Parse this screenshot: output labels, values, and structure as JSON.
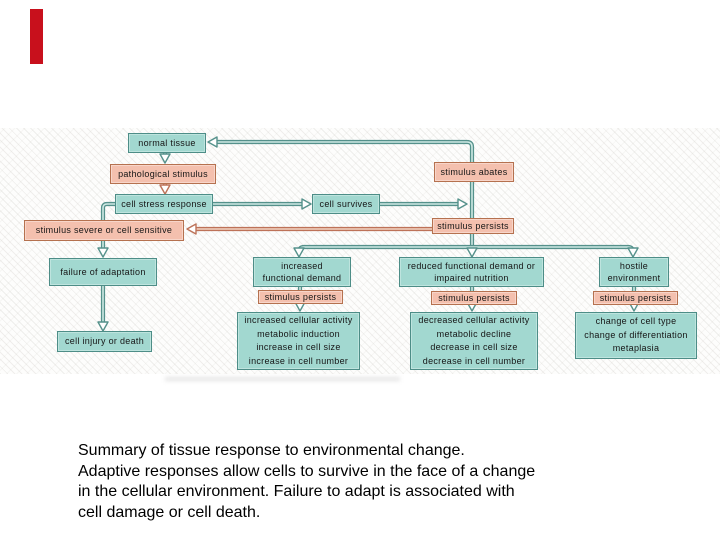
{
  "marker": {
    "color": "#c8101c"
  },
  "diagram": {
    "colors": {
      "teal_fill": "#a2d8d0",
      "teal_border": "#4d8d87",
      "pink_fill": "#f4c0ae",
      "pink_border": "#b5714f",
      "pipe_teal": "#55918b",
      "pipe_teal_inner": "#cfe9e4",
      "pipe_pink": "#bd7258",
      "pipe_pink_inner": "#f3d6c6"
    },
    "nodes": {
      "normal_tissue": {
        "label": "normal tissue"
      },
      "pathological_stimulus": {
        "label": "pathological stimulus"
      },
      "cell_stress_response": {
        "label": "cell stress response"
      },
      "stimulus_severe": {
        "label": "stimulus severe or cell sensitive"
      },
      "cell_survives": {
        "label": "cell survives"
      },
      "stimulus_abates": {
        "label": "stimulus abates"
      },
      "stimulus_persists_main": {
        "label": "stimulus persists"
      },
      "failure_of_adaptation": {
        "label": "failure of adaptation"
      },
      "cell_injury_or_death": {
        "label": "cell injury or death"
      },
      "increased_functional_demand": {
        "label": "increased\nfunctional demand"
      },
      "stimulus_persists_2": {
        "label": "stimulus persists"
      },
      "increased_outcome": {
        "label": "increased cellular activity\nmetabolic induction\nincrease in cell size\nincrease in cell number"
      },
      "reduced_functional_demand": {
        "label": "reduced functional demand or\nimpaired nutrition"
      },
      "stimulus_persists_3": {
        "label": "stimulus persists"
      },
      "decreased_outcome": {
        "label": "decreased cellular activity\nmetabolic decline\ndecrease in cell size\ndecrease in cell number"
      },
      "hostile_environment": {
        "label": "hostile\nenvironment"
      },
      "stimulus_persists_4": {
        "label": "stimulus persists"
      },
      "metaplasia_outcome": {
        "label": "change of cell type\nchange of differentiation\nmetaplasia"
      }
    },
    "edges": [
      {
        "from": "normal tissue",
        "to": "pathological stimulus"
      },
      {
        "from": "pathological stimulus",
        "to": "cell stress response"
      },
      {
        "from": "cell stress response",
        "to": "cell survives"
      },
      {
        "from": "cell survives",
        "to": "normal tissue",
        "via": "stimulus abates"
      },
      {
        "from": "cell stress response",
        "to": "failure of adaptation",
        "via": "stimulus severe or cell sensitive"
      },
      {
        "from": "stimulus persists",
        "to": "stimulus severe or cell sensitive"
      },
      {
        "from": "failure of adaptation",
        "to": "cell injury or death"
      },
      {
        "from": "stimulus persists",
        "to": "increased functional demand"
      },
      {
        "from": "stimulus persists",
        "to": "reduced functional demand or impaired nutrition"
      },
      {
        "from": "stimulus persists",
        "to": "hostile environment"
      },
      {
        "from": "increased functional demand",
        "to": "increased cellular activity / metabolic induction / increase in cell size / increase in cell number",
        "via": "stimulus persists"
      },
      {
        "from": "reduced functional demand or impaired nutrition",
        "to": "decreased cellular activity / metabolic decline / decrease in cell size / decrease in cell number",
        "via": "stimulus persists"
      },
      {
        "from": "hostile environment",
        "to": "change of cell type / change of differentiation / metaplasia",
        "via": "stimulus persists"
      }
    ]
  },
  "caption": {
    "text": "Summary of tissue response to environmental change.\nAdaptive responses allow cells to survive in the face of a change\nin the cellular environment. Failure to adapt is associated with\ncell damage or cell death."
  }
}
